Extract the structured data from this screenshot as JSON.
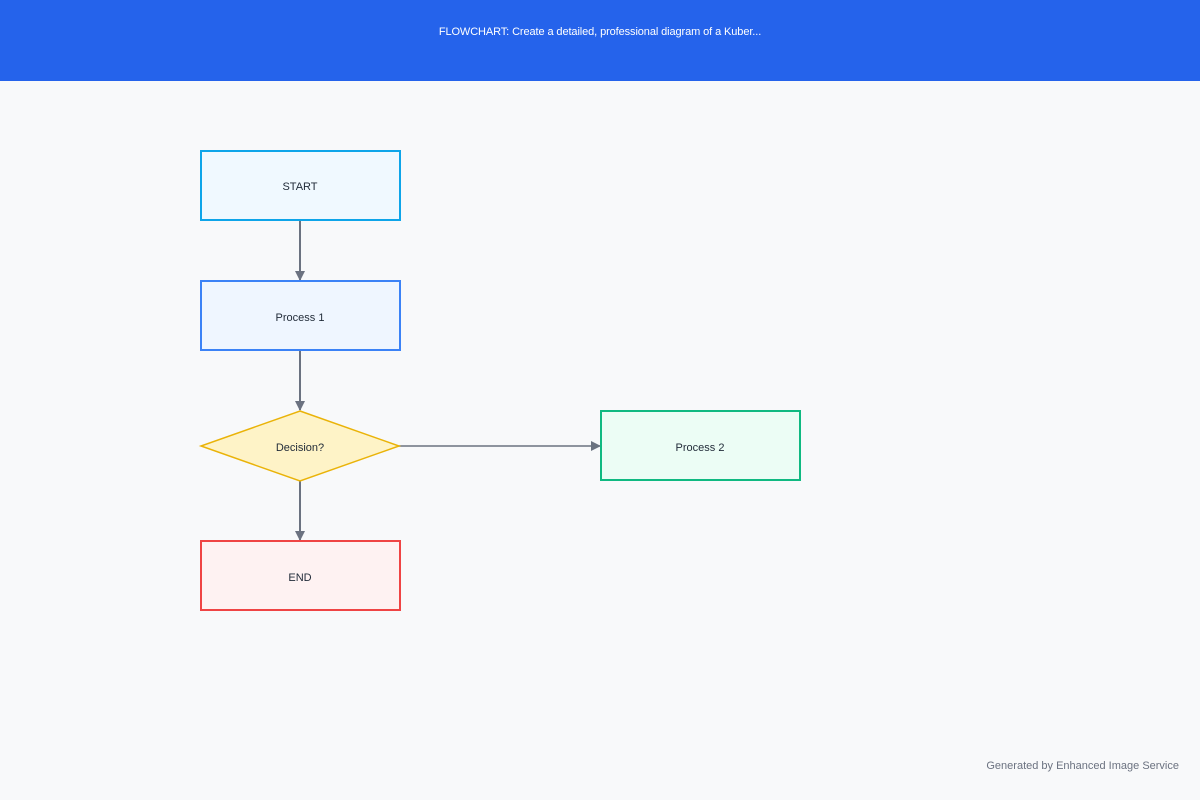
{
  "header": {
    "title": "FLOWCHART: Create a detailed, professional diagram of a Kuber..."
  },
  "diagram": {
    "nodes": {
      "start": {
        "label": "START",
        "shape": "rect",
        "fill": "#f0f9ff",
        "stroke": "#0ea5e9"
      },
      "process1": {
        "label": "Process 1",
        "shape": "rect",
        "fill": "#eff6ff",
        "stroke": "#3b82f6"
      },
      "decision": {
        "label": "Decision?",
        "shape": "diamond",
        "fill": "#fef3c7",
        "stroke": "#eab308"
      },
      "process2": {
        "label": "Process 2",
        "shape": "rect",
        "fill": "#ecfdf5",
        "stroke": "#10b981"
      },
      "end": {
        "label": "END",
        "shape": "rect",
        "fill": "#fef2f2",
        "stroke": "#ef4444"
      }
    },
    "edges": [
      {
        "from": "start",
        "to": "process1"
      },
      {
        "from": "process1",
        "to": "decision"
      },
      {
        "from": "decision",
        "to": "process2"
      },
      {
        "from": "decision",
        "to": "end"
      }
    ],
    "colors": {
      "header": "#2563eb",
      "background": "#f8f9fa",
      "connector": "#6b7280"
    }
  },
  "footer": {
    "text": "Generated by Enhanced Image Service"
  }
}
